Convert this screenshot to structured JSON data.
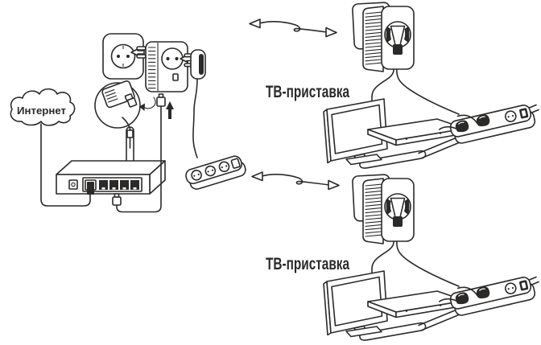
{
  "diagram": {
    "labels": {
      "internet": "Интернет",
      "tv_box_top": "ТВ-приставка",
      "tv_box_bottom": "ТВ-приставка"
    },
    "colors": {
      "background": "#ffffff",
      "line": "#2b2a29"
    }
  }
}
